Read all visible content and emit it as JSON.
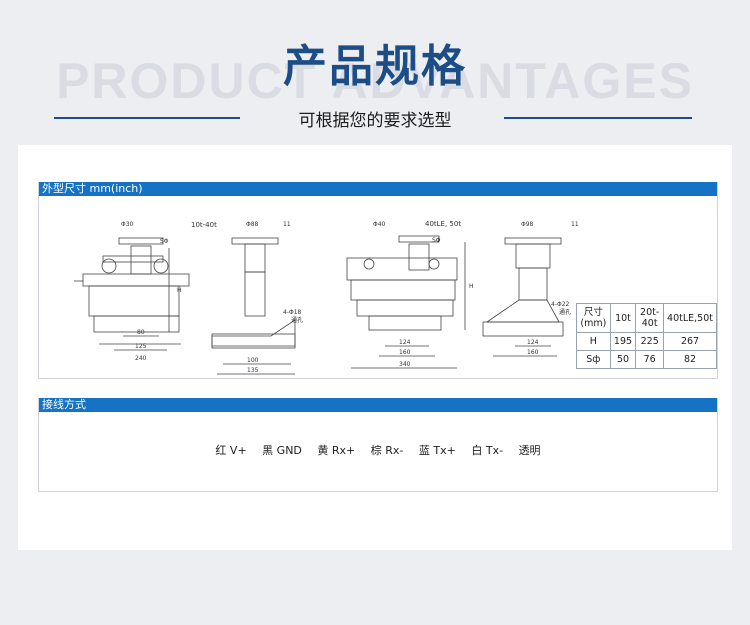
{
  "header": {
    "background_word": "PRODUCT ADVANTAGES",
    "title": "产品规格",
    "subtitle": "可根据您的要求选型"
  },
  "dimensions_section": {
    "label": "外型尺寸 mm(inch)",
    "drawing1": {
      "range_label": "10t-40t",
      "top_dim": "Φ30",
      "ball_label": "SΦ",
      "height_label": "H",
      "bottom_dims": [
        "80",
        "125",
        "240"
      ]
    },
    "drawing2": {
      "top_dim": "Φ88",
      "top_right": "11",
      "hole_label_1": "4-Φ18",
      "hole_label_2": "通孔",
      "bottom_dims": [
        "100",
        "135"
      ]
    },
    "drawing3": {
      "range_label": "40tLE, 50t",
      "top_dim": "Φ40",
      "ball_label": "SΦ",
      "height_label": "H",
      "bottom_dims": [
        "124",
        "160",
        "340"
      ]
    },
    "drawing4": {
      "top_dim": "Φ98",
      "top_right": "11",
      "hole_label_1": "4-Φ22",
      "hole_label_2": "通孔",
      "bottom_dims": [
        "124",
        "160"
      ]
    },
    "table": {
      "header": [
        "尺寸\n(mm)",
        "10t",
        "20t-40t",
        "40tLE,50t"
      ],
      "rows": [
        [
          "H",
          "195",
          "225",
          "267"
        ],
        [
          "Sф",
          "50",
          "76",
          "82"
        ]
      ]
    }
  },
  "wiring_section": {
    "label": "接线方式",
    "items": [
      "红 V+",
      "黑 GND",
      "黄 Rx+",
      "棕 Rx-",
      "蓝 Tx+",
      "白 Tx-",
      "透明"
    ]
  },
  "colors": {
    "title_blue": "#1d4d86",
    "bar_blue": "#1572c4",
    "background": "#edeef1"
  }
}
